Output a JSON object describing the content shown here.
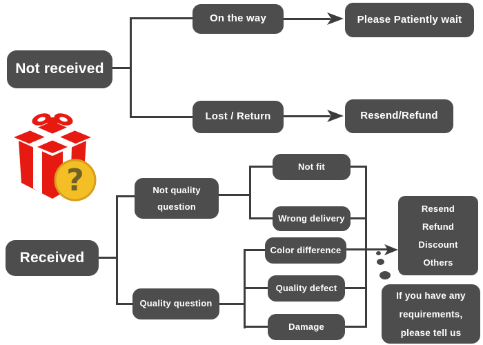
{
  "diagram": {
    "nodes": {
      "not_received": "Not received",
      "on_the_way": "On the way",
      "please_wait": "Please Patiently wait",
      "lost_return": "Lost / Return",
      "resend_refund": "Resend/Refund",
      "not_quality_question": [
        "Not quality",
        "question"
      ],
      "not_fit": "Not fit",
      "wrong_delivery": "Wrong delivery",
      "received": "Received",
      "quality_question": "Quality question",
      "color_difference": "Color difference",
      "quality_defect": "Quality defect",
      "damage": "Damage",
      "outcome_options": [
        "Resend",
        "Refund",
        "Discount",
        "Others"
      ],
      "requirements_note": [
        "If you have any",
        "requirements,",
        "please tell us"
      ]
    },
    "edges": [
      {
        "from": "Not received",
        "to": "On the way",
        "arrow": false
      },
      {
        "from": "Not received",
        "to": "Lost / Return",
        "arrow": false
      },
      {
        "from": "On the way",
        "to": "Please Patiently wait",
        "arrow": true
      },
      {
        "from": "Lost / Return",
        "to": "Resend/Refund",
        "arrow": true
      },
      {
        "from": "Received",
        "to": "Not quality question",
        "arrow": false
      },
      {
        "from": "Received",
        "to": "Quality question",
        "arrow": false
      },
      {
        "from": "Not quality question",
        "to": "Not fit",
        "arrow": false
      },
      {
        "from": "Not quality question",
        "to": "Wrong delivery",
        "arrow": false
      },
      {
        "from": "Quality question",
        "to": "Color difference",
        "arrow": false
      },
      {
        "from": "Quality question",
        "to": "Quality defect",
        "arrow": false
      },
      {
        "from": "Quality question",
        "to": "Damage",
        "arrow": false
      },
      {
        "from": "Not fit, Wrong delivery, Color difference, Quality defect, Damage",
        "to": "Resend Refund Discount Others",
        "arrow": true
      }
    ],
    "icons": {
      "gift": "gift-box-icon",
      "question_badge": "question-mark-icon",
      "thought_dots": "ellipsis-dots"
    },
    "colors": {
      "node_bg": "#4d4d4d",
      "node_text": "#ffffff",
      "connector": "#3c3c3c",
      "gift_red": "#e61a10",
      "badge_yellow": "#f4be25",
      "badge_border": "#d79d1c",
      "question_mark": "#6e6227",
      "background": "#ffffff"
    }
  }
}
